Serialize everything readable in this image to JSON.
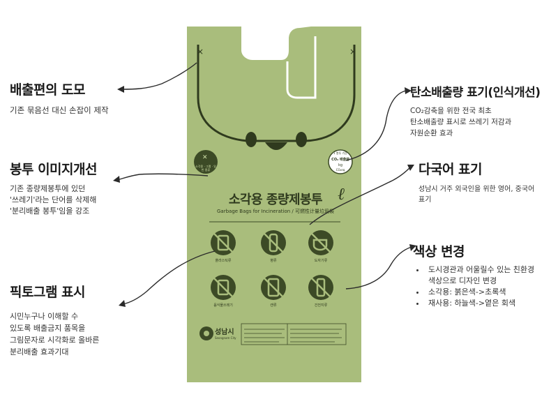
{
  "annotations": {
    "handle": {
      "title": "배출편의 도모",
      "text": "기존 묶음선 대신 손잡이 제작"
    },
    "image": {
      "title": "봉투 이미지개선",
      "text": "기존 종량제봉투에 있던\n'쓰레기'라는 단어를 삭제해\n'분리배출 봉투'임을 강조"
    },
    "pictogram": {
      "title": "픽토그램 표시",
      "text": "시민누구나 이해할 수\n있도록 배출금지 품목을\n그림문자로 시각화로 올바른\n분리배출 효과기대"
    },
    "carbon": {
      "title": "탄소배출량 표기(인식개선)",
      "text": "CO₂감축을 위한 전국 최초\n탄소배출량 표시로 쓰레기 저감과\n자원순환 효과"
    },
    "multilang": {
      "title": "다국어 표기",
      "text": "성남시 거주 외국인을 위한 영어, 중국어\n표기"
    },
    "color": {
      "title": "색상 변경",
      "items": [
        "도시경관과 어울릴수 있는 친환경\n색상으로 디자인 변경",
        "소각용: 붉은색->초록색",
        "재사용: 하늘색->옅은 회색"
      ]
    }
  },
  "bag": {
    "title": "소각용 종량제봉투",
    "subtitle": "Garbage Bags for Incineration / 可燃性计量垃圾袋",
    "logo_name": "성남시",
    "logo_en": "Seongnam City",
    "pictograms": [
      "플라스틱류",
      "병류",
      "도자기류",
      "음식물쓰레기",
      "캔류",
      "건전지류"
    ],
    "left_badge": "소각용 · 그램 · 일반 종류",
    "co2_top": "1 봉투 기준",
    "co2_mid": "CO₂ 배출량",
    "co2_unit": "kg",
    "co2_note": "CO₂eq",
    "letter": "ℓ",
    "colors": {
      "bag": "#a9bd7c",
      "ink": "#3c4a26",
      "face": "#2f3a1e"
    }
  }
}
